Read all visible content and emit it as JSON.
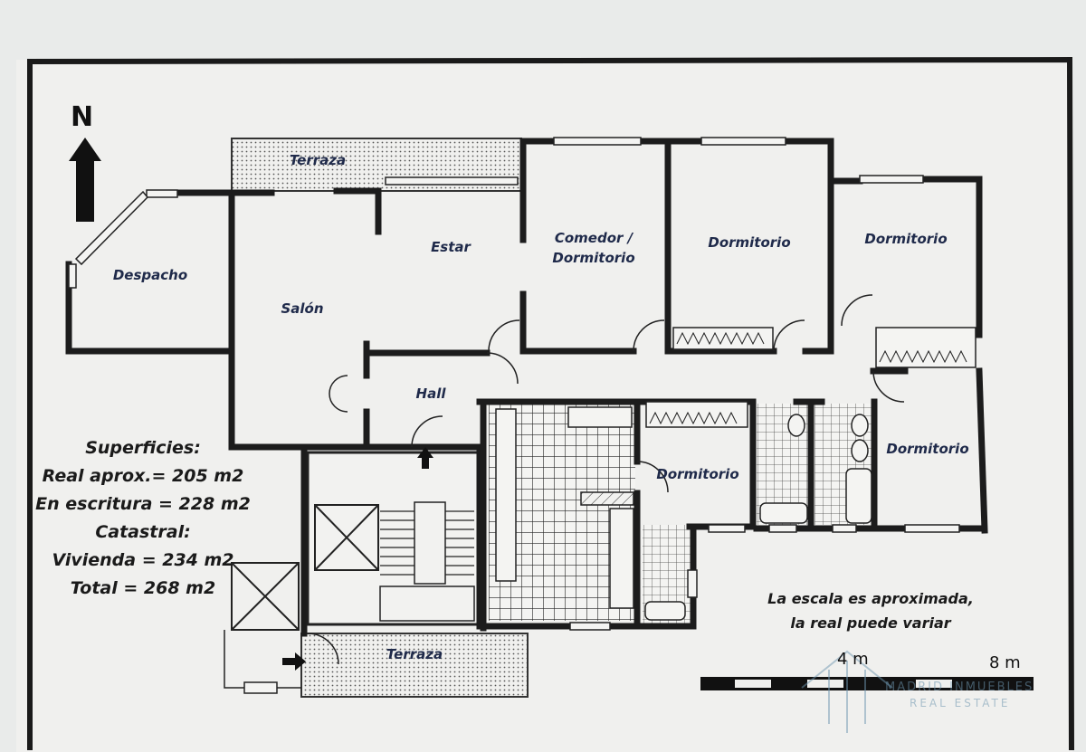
{
  "compass": {
    "label": "N"
  },
  "rooms": [
    {
      "id": "terraza-top",
      "label": "Terraza"
    },
    {
      "id": "despacho",
      "label": "Despacho"
    },
    {
      "id": "salon",
      "label": "Salón"
    },
    {
      "id": "estar",
      "label": "Estar"
    },
    {
      "id": "comedor",
      "label": "Comedor /\nDormitorio"
    },
    {
      "id": "dormitorio-1",
      "label": "Dormitorio"
    },
    {
      "id": "dormitorio-2",
      "label": "Dormitorio"
    },
    {
      "id": "hall",
      "label": "Hall"
    },
    {
      "id": "dormitorio-3",
      "label": "Dormitorio"
    },
    {
      "id": "dormitorio-4",
      "label": "Dormitorio"
    },
    {
      "id": "terraza-bottom",
      "label": "Terraza"
    }
  ],
  "surfaces": {
    "heading": "Superficies:",
    "real": "Real aprox.= 205 m2",
    "escritura": "En escritura = 228 m2",
    "catastral": "Catastral:",
    "vivienda": "Vivienda = 234 m2",
    "total": "Total = 268 m2"
  },
  "scale_note": {
    "line1": "La escala es aproximada,",
    "line2": "la real puede variar"
  },
  "scale_bar": {
    "mid_label": "4 m",
    "end_label": "8 m"
  },
  "watermark": {
    "brand": "MADRID INMUEBLES",
    "tagline": "REAL ESTATE"
  },
  "colors": {
    "wall": "#1c1c1c",
    "label": "#1f2a4a",
    "paper": "#f0f0ee"
  }
}
